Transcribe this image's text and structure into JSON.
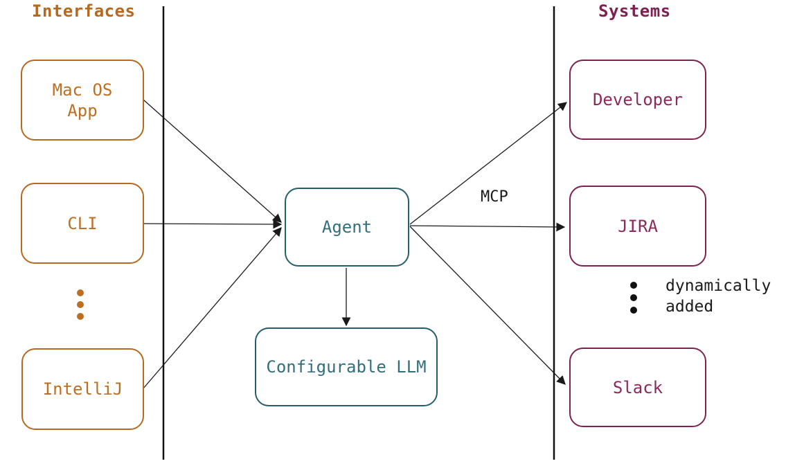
{
  "headers": {
    "interfaces": "Interfaces",
    "systems": "Systems"
  },
  "nodes": {
    "macos": {
      "label": "Mac OS\nApp"
    },
    "cli": {
      "label": "CLI"
    },
    "intellij": {
      "label": "IntelliJ"
    },
    "agent": {
      "label": "Agent"
    },
    "llm": {
      "label": "Configurable LLM"
    },
    "developer": {
      "label": "Developer"
    },
    "jira": {
      "label": "JIRA"
    },
    "slack": {
      "label": "Slack"
    }
  },
  "labels": {
    "mcp": "MCP",
    "note": "dynamically\nadded"
  },
  "edges": [
    {
      "from": "Mac OS App",
      "to": "Agent"
    },
    {
      "from": "CLI",
      "to": "Agent"
    },
    {
      "from": "IntelliJ",
      "to": "Agent"
    },
    {
      "from": "Agent",
      "to": "Developer",
      "label": "MCP"
    },
    {
      "from": "Agent",
      "to": "JIRA",
      "label": "MCP"
    },
    {
      "from": "Agent",
      "to": "Slack",
      "label": "MCP"
    },
    {
      "from": "Agent",
      "to": "Configurable LLM"
    }
  ],
  "colors": {
    "interfaces": "#b5681e",
    "center": "#245e6d",
    "systems": "#7d2150",
    "edge_line": "#1a1a1a"
  }
}
